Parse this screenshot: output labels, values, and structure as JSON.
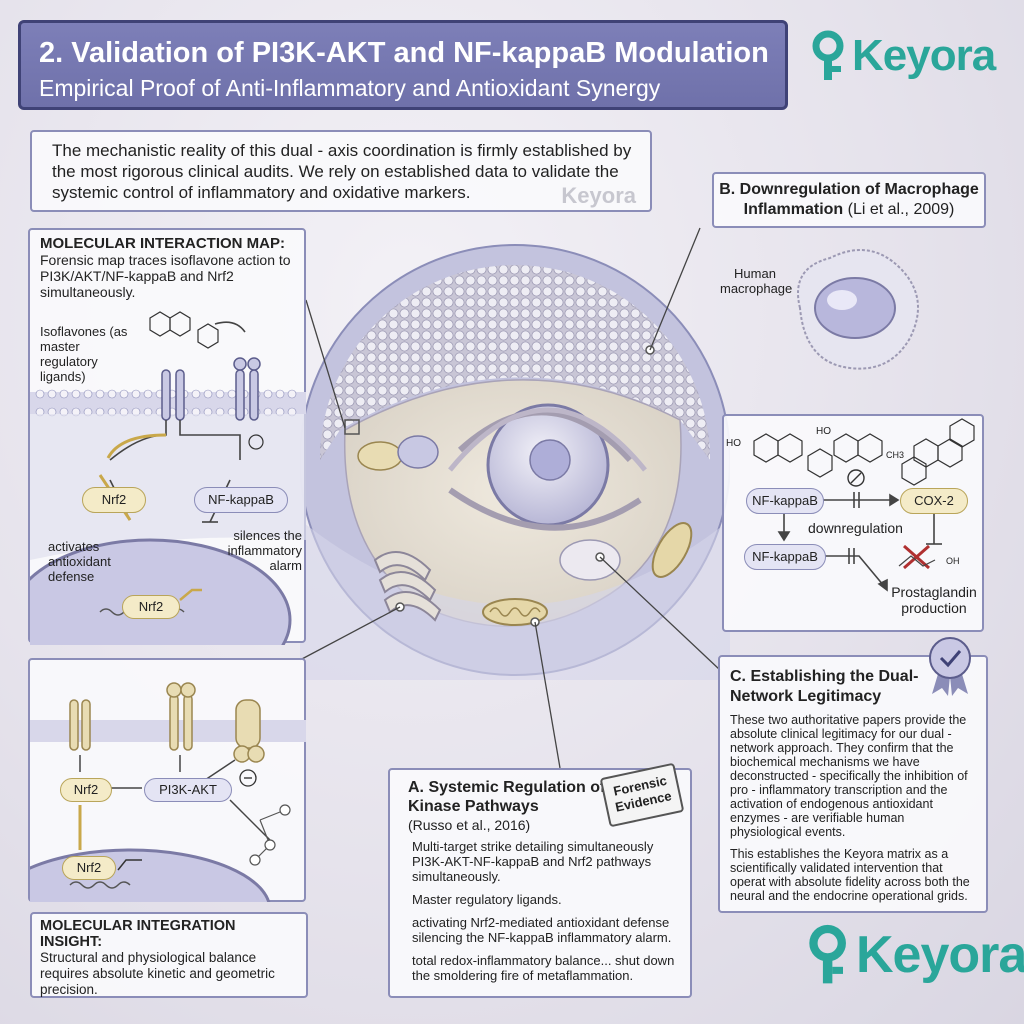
{
  "header": {
    "title": "2. Validation of PI3K-AKT and NF-kappaB Modulation",
    "subtitle": "Empirical Proof of Anti-Inflammatory and Antioxidant Synergy"
  },
  "brand": {
    "name": "Keyora",
    "accent_color": "#2aa69a",
    "header_color": "#7d7fb8"
  },
  "intro": {
    "text": "The mechanistic reality of this dual - axis coordination is firmly established by the most rigorous clinical audits. We rely on established data to validate the systemic control of inflammatory and oxidative markers.",
    "watermark": "Keyora"
  },
  "interaction_map": {
    "title": "MOLECULAR INTERACTION MAP:",
    "body": "Forensic map traces isoflavone action to PI3K/AKT/NF-kappaB and Nrf2 simultaneously.",
    "isoflavones_label": "Isoflavones (as master regulatory ligands)",
    "nrf2": "Nrf2",
    "nfkb": "NF-kappaB",
    "activates_label": "activates antioxidant defense",
    "silences_label": "silences the inflammatory alarm",
    "nucleus_nrf2": "Nrf2"
  },
  "lower_map": {
    "nrf2": "Nrf2",
    "pi3k": "PI3K-AKT",
    "nucleus_nrf2": "Nrf2"
  },
  "insight": {
    "title": "MOLECULAR INTEGRATION INSIGHT:",
    "text": "Structural and physiological balance requires absolute kinetic and geometric precision."
  },
  "panel_b": {
    "title": "B. Downregulation of Macrophage Inflammation",
    "citation": "(Li et al., 2009)",
    "macrophage_label": "Human macrophage",
    "nfkb_top": "NF-kappaB",
    "cox2": "COX-2",
    "downregulation": "downregulation",
    "nfkb_bottom": "NF-kappaB",
    "prostaglandin": "Prostaglandin production",
    "chem_ho1": "HO",
    "chem_ho2": "HO",
    "chem_ch3": "CH3",
    "chem_oh": "OH"
  },
  "panel_c": {
    "title": "C. Establishing the Dual-Network Legitimacy",
    "para1": "These two authoritative papers provide the absolute clinical legitimacy for our dual - network approach. They confirm that the biochemical mechanisms we have deconstructed - specifically the inhibition of pro - inflammatory transcription and the activation of endogenous antioxidant enzymes - are verifiable human physiological events.",
    "para2": "This establishes the Keyora matrix as a scientifically validated intervention that operat with absolute fidelity across both the neural and the endocrine operational grids."
  },
  "panel_a": {
    "title": "A. Systemic Regulation of Kinase Pathways",
    "citation": "(Russo et al., 2016)",
    "stamp": "Forensic Evidence",
    "items": [
      "Multi-target strike detailing simultaneously PI3K-AKT-NF-kappaB and Nrf2 pathways simultaneously.",
      "Master regulatory ligands.",
      "activating Nrf2-mediated antioxidant defense silencing the NF-kappaB inflammatory alarm.",
      "total redox-inflammatory balance... shut down the smoldering fire of metaflammation."
    ]
  }
}
